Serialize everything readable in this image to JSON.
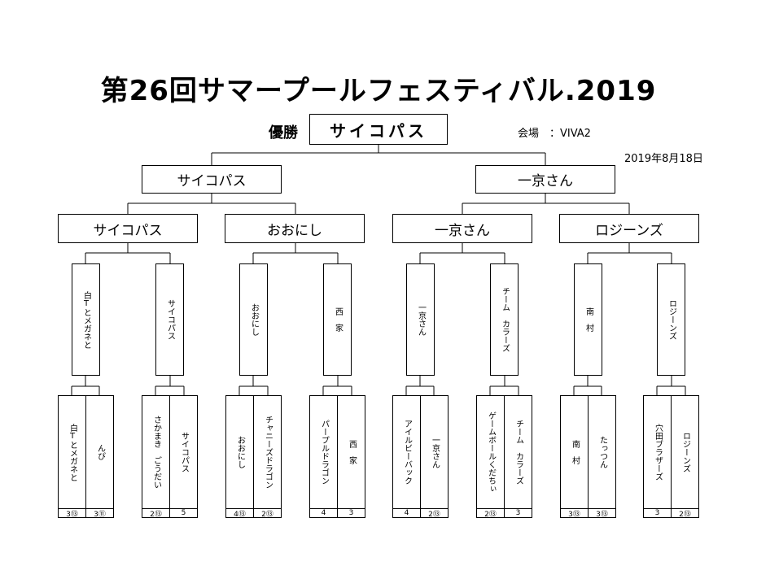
{
  "title": "第26回サマープールフェスティバル.2019",
  "winner_label": "優勝",
  "champion": "サイコパス",
  "venue": "会場　：VIVA2",
  "date": "2019年8月18日",
  "finalists": [
    "サイコパス",
    "一京さん"
  ],
  "semifinalists": [
    "サイコパス",
    "おおにし",
    "一京さん",
    "ロジーンズ"
  ],
  "quarterfinalists": [
    "白Tとメガネと",
    "サイコパス",
    "おおにし",
    "西　家",
    "一京さん",
    "チーム　カラーズ",
    "南　村",
    "ロジーンズ"
  ],
  "teams": [
    "白Tとメガネと",
    "んぴ",
    "さかまき　ごうだい",
    "サイコパス",
    "おおにし",
    "チャニーズドラゴン",
    "パープルドラゴン",
    "西　家",
    "アイルビーバック",
    "一京さん",
    "ゲームボールくだちぃ",
    "チーム　カラーズ",
    "南　村",
    "たっつん",
    "穴田ブラザーズ",
    "ロジーンズ"
  ],
  "scores": [
    "3⑬",
    "3⑪",
    "2⑬",
    "5",
    "4⑬",
    "2⑬",
    "4",
    "3",
    "4",
    "2⑬",
    "2⑬",
    "3",
    "3⑬",
    "3⑬",
    "3",
    "2⑬"
  ]
}
